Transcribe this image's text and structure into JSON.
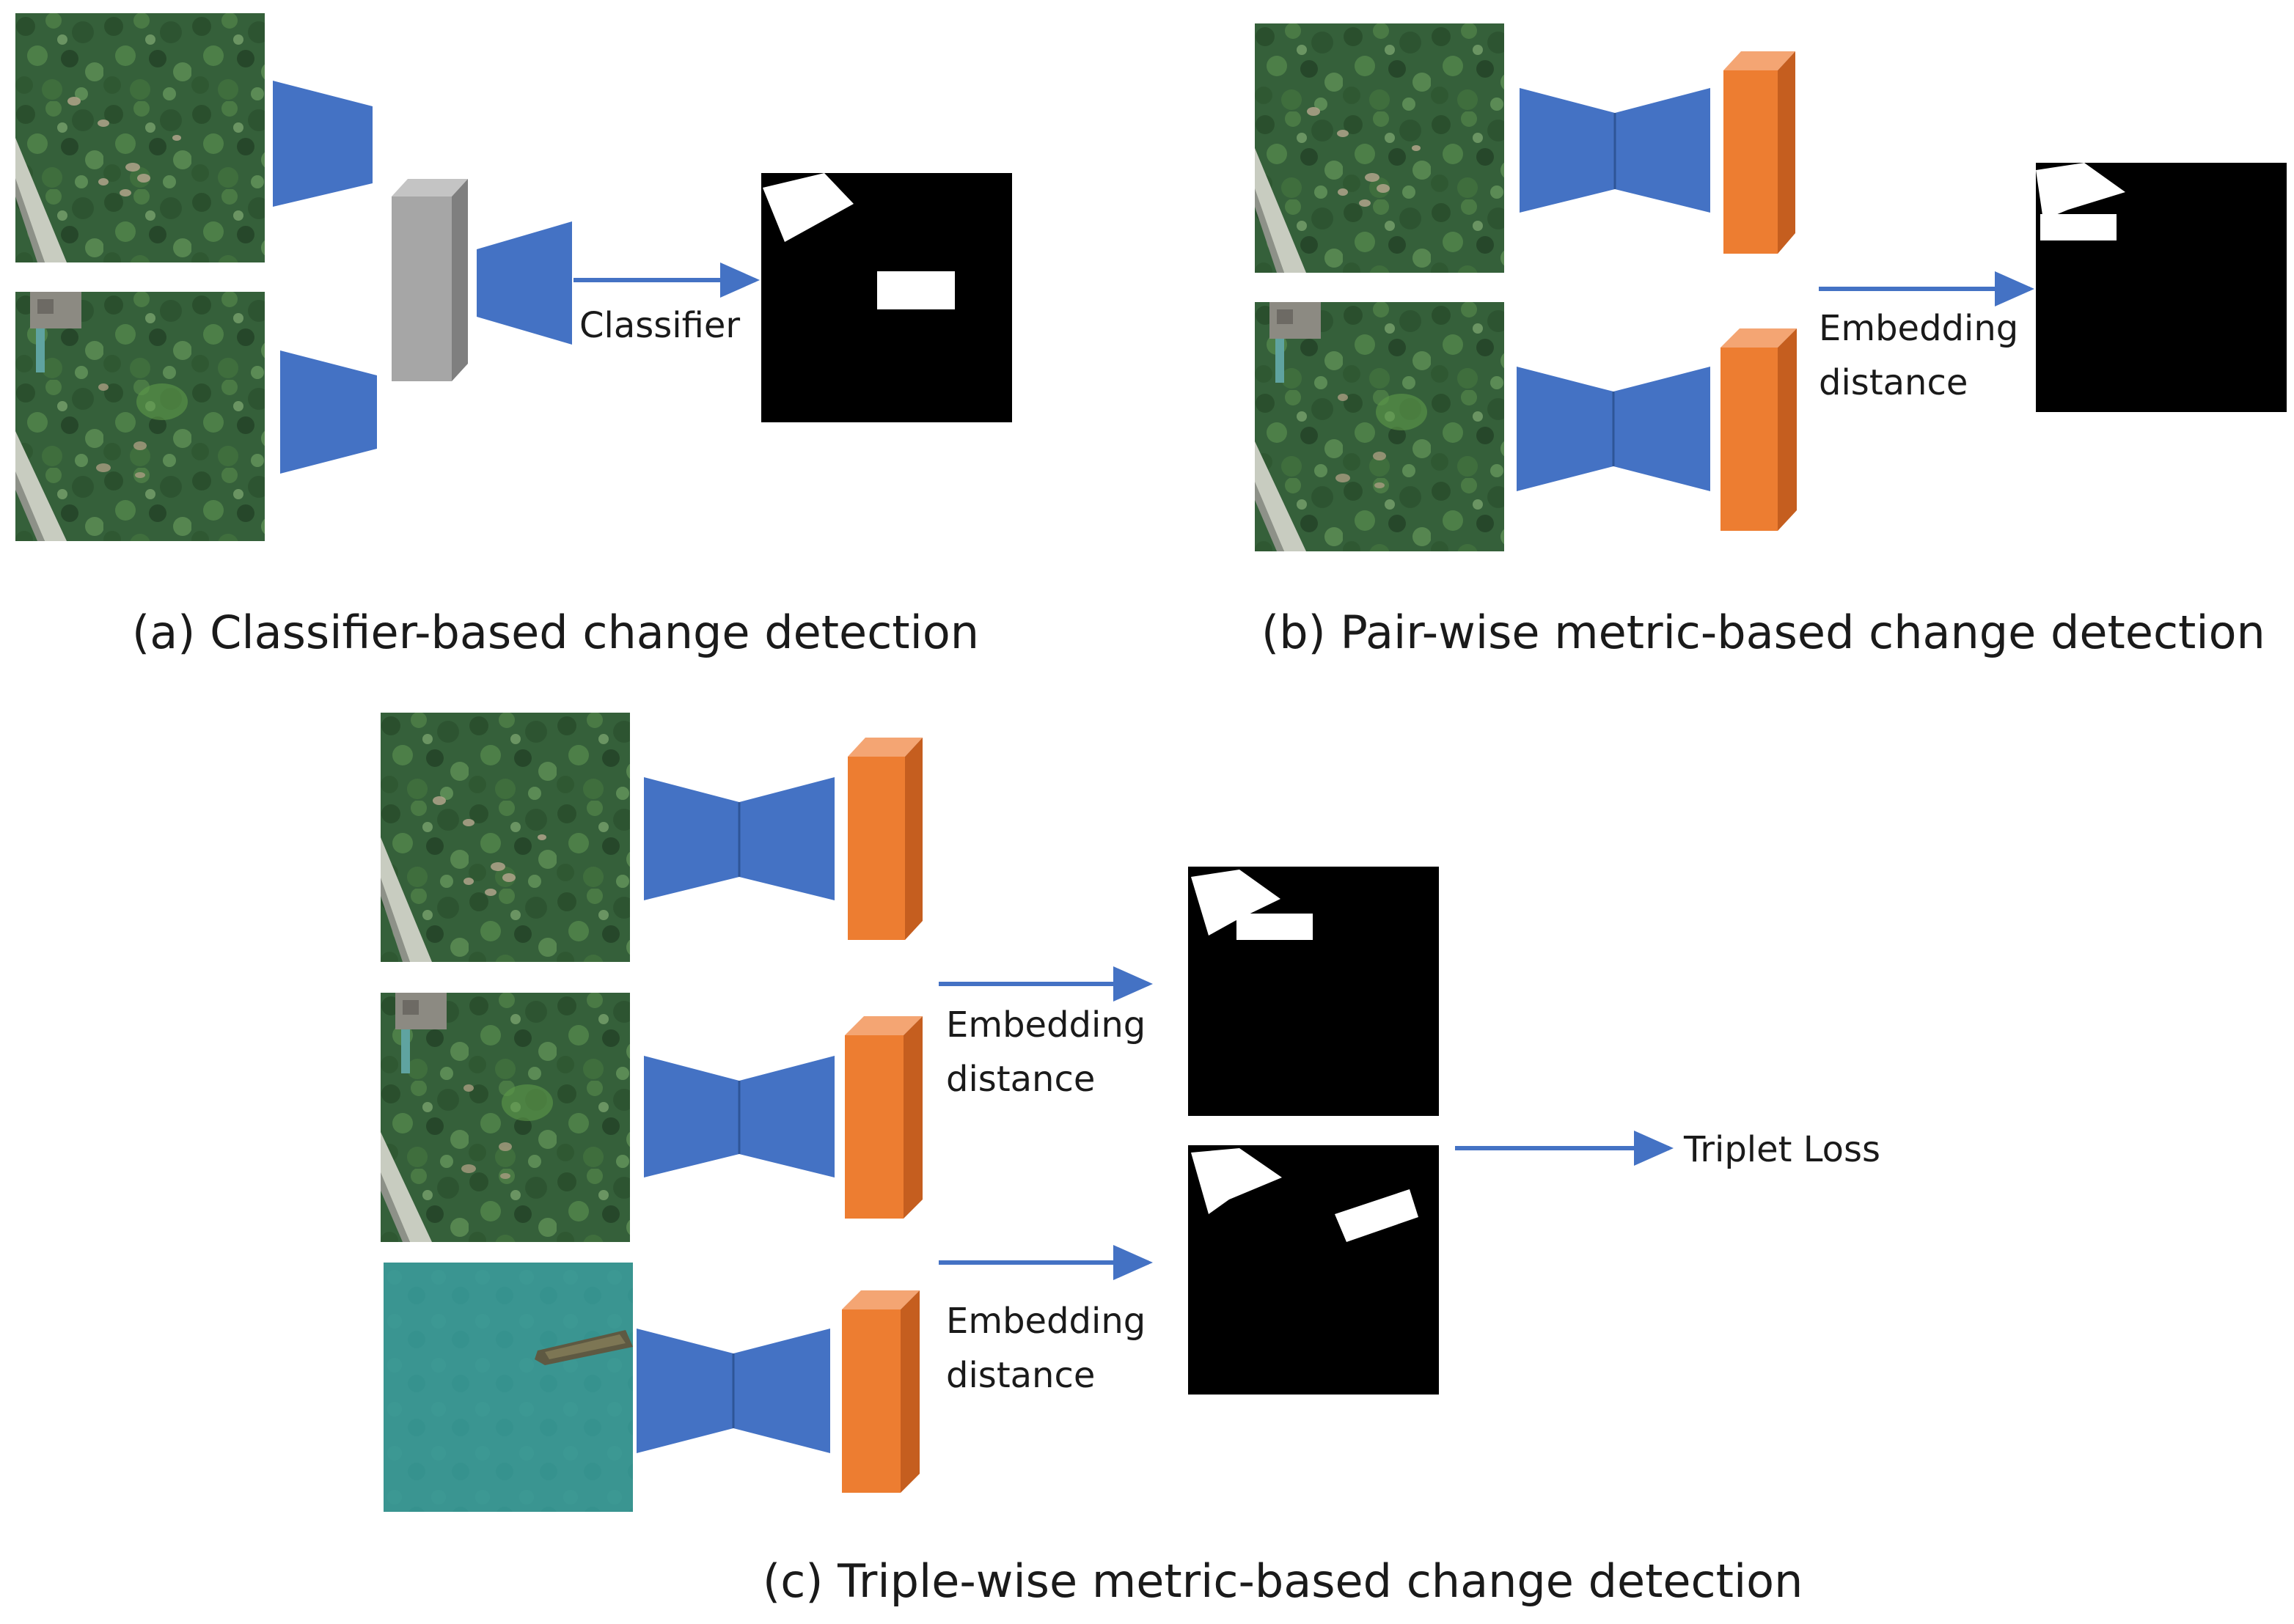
{
  "colors": {
    "encoder_blue": "#4472c4",
    "embedding_orange": "#ed7d31",
    "feature_gray": "#a6a6a6",
    "arrow_blue": "#4472c4",
    "mask_black": "#000000",
    "mask_white": "#ffffff",
    "forest_green": "#3c6a3e",
    "water_teal": "#3a9591"
  },
  "panel_a": {
    "caption": "(a)  Classifier-based change detection",
    "arrow_label": "Classifier"
  },
  "panel_b": {
    "caption": "(b)  Pair-wise metric-based change detection",
    "arrow_label_line1": "Embedding",
    "arrow_label_line2": "distance"
  },
  "panel_c": {
    "caption": "(c)  Triple-wise metric-based change detection",
    "arrow1_label_line1": "Embedding",
    "arrow1_label_line2": "distance",
    "arrow2_label_line1": "Embedding",
    "arrow2_label_line2": "distance",
    "loss_label": "Triplet Loss"
  },
  "icons": {
    "satellite_image": "forest-aerial-image",
    "water_image": "water-ship-aerial-image",
    "change_mask": "binary-change-mask"
  }
}
